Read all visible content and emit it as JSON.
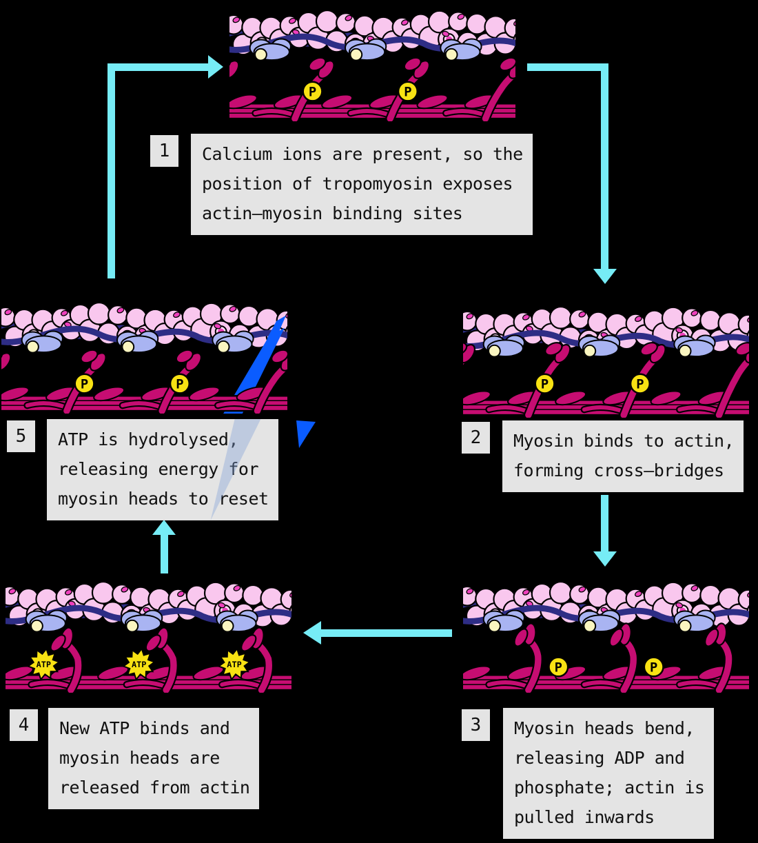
{
  "diagram": {
    "type": "cycle-diagram",
    "subject": "muscle-contraction-cross-bridge-cycle",
    "markers": {
      "phosphate": "P",
      "plus": "+",
      "atp": "ATP"
    },
    "colors": {
      "background": "#000000",
      "arrow": "#76ecf6",
      "label_bg": "#e4e4e4",
      "text": "#111111",
      "actin": "#f9c7ee",
      "actin_light": "#fbdcf5",
      "actin_dot": "#ee3fbc",
      "tropomyosin": "#2e2d85",
      "troponin": "#a9b4f2",
      "binding_site": "#faf5c0",
      "myosin": "#c60d72",
      "marker_yellow": "#f8e213",
      "energy_blue": "#0a5cff"
    },
    "steps": [
      {
        "number": "1",
        "variant": "myosin-cocked-phosphate",
        "lines": [
          "Calcium ions are present, so the",
          "position of tropomyosin exposes",
          "actin–myosin binding sites"
        ]
      },
      {
        "number": "2",
        "variant": "myosin-attached-phosphate",
        "lines": [
          "Myosin binds to actin,",
          "forming cross–bridges"
        ]
      },
      {
        "number": "3",
        "variant": "myosin-bent-phosphate-released",
        "lines": [
          "Myosin heads bend,",
          "releasing ADP and",
          "phosphate; actin is",
          "pulled inwards"
        ]
      },
      {
        "number": "4",
        "variant": "myosin-released-atp",
        "lines": [
          "New ATP binds and",
          "myosin heads are",
          "released from actin"
        ]
      },
      {
        "number": "5",
        "variant": "myosin-cocked-phosphate-energy",
        "lines": [
          "ATP is hydrolysed,",
          "releasing energy for",
          "myosin heads to reset"
        ]
      }
    ]
  }
}
